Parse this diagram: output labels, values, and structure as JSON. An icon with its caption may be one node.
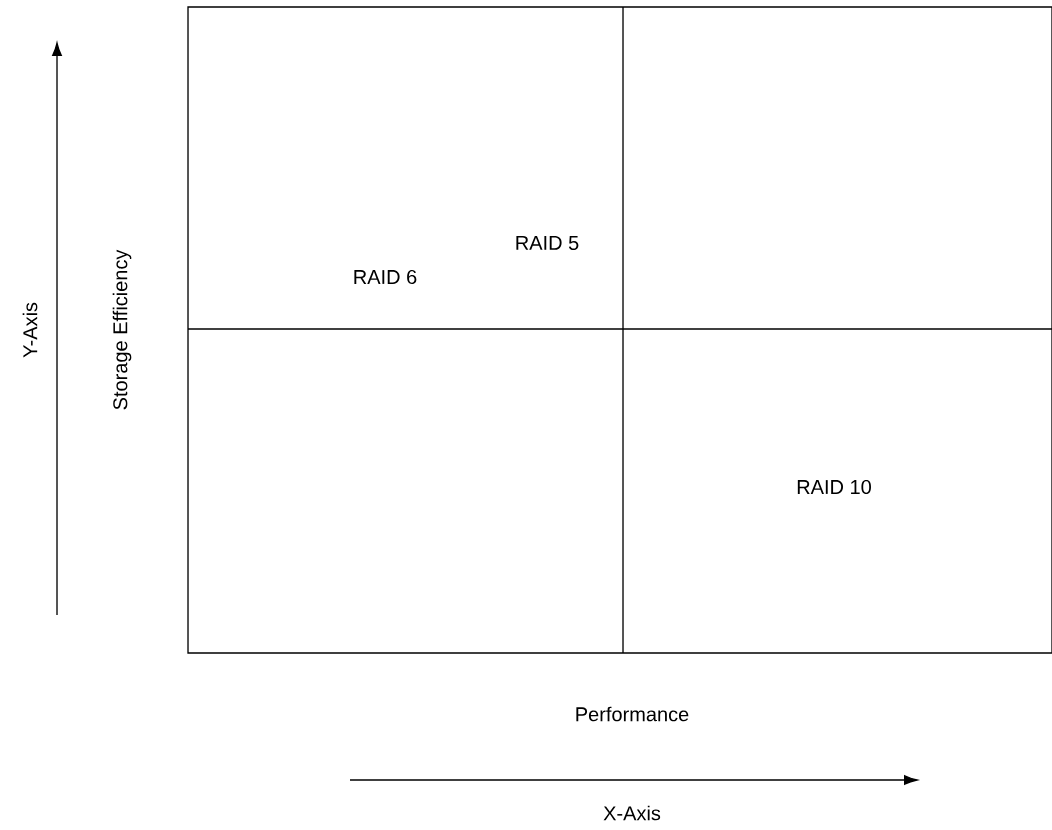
{
  "diagram": {
    "labels": [
      "Y-Axis",
      "Storage Efficiency",
      "RAID 5",
      "RAID 6",
      "RAID 10",
      "Performance",
      "X-Axis"
    ]
  }
}
